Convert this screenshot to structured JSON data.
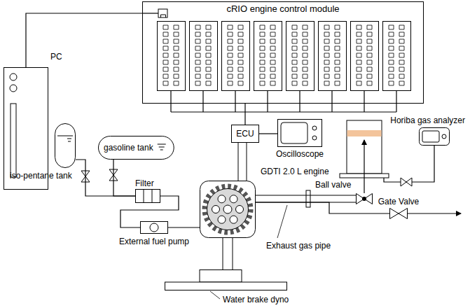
{
  "diagram": {
    "nodes": [
      {
        "text": [
          "cRIO engine control module"
        ]
      },
      {
        "text": [
          "PC"
        ]
      },
      {
        "text": [
          "ECU"
        ]
      },
      {
        "text": [
          "Oscilloscope"
        ]
      },
      {
        "text": [
          "iso-pentane tank"
        ]
      },
      {
        "text": [
          "gasoline tank"
        ]
      },
      {
        "text": [
          "Filter"
        ]
      },
      {
        "text": [
          "GDTI 2.0 L engine"
        ]
      },
      {
        "text": [
          "Ball valve"
        ]
      },
      {
        "text": [
          "Horiba gas analyzer"
        ]
      },
      {
        "text": [
          "Gate Valve"
        ]
      },
      {
        "text": [
          "External fuel pump"
        ]
      },
      {
        "text": [
          "Water brake dyno"
        ]
      }
    ],
    "edges": [
      {
        "from": 0,
        "to": 1,
        "arrow": "none"
      },
      {
        "from": 0,
        "to": 2,
        "arrow": "none"
      },
      {
        "from": 2,
        "to": 3,
        "arrow": "none"
      },
      {
        "from": 2,
        "to": 7,
        "arrow": "none"
      },
      {
        "from": 4,
        "to": 6,
        "arrow": "none"
      },
      {
        "from": 5,
        "to": 6,
        "arrow": "none"
      },
      {
        "from": 6,
        "to": 11,
        "arrow": "none"
      },
      {
        "from": 11,
        "to": 7,
        "arrow": "none"
      },
      {
        "from": 7,
        "to": 8,
        "arrow": "none"
      },
      {
        "from": 7,
        "to": 10,
        "arrow": "none"
      },
      {
        "from": 7,
        "to": 12,
        "arrow": "none"
      }
    ],
    "labels": [
      "Exhaust gas pipe"
    ]
  }
}
